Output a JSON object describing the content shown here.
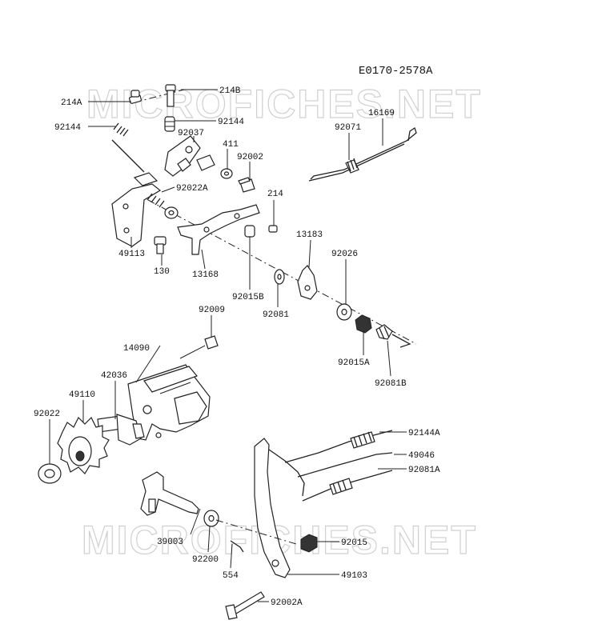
{
  "diagram_code": "E0170-2578A",
  "watermark": "MICROFICHES.NET",
  "parts": {
    "p214A": "214A",
    "p214B": "214B",
    "p92144_top": "92144",
    "p92144_left": "92144",
    "p92037": "92037",
    "p411": "411",
    "p92002": "92002",
    "p92022A": "92022A",
    "p214": "214",
    "p49113": "49113",
    "p130": "130",
    "p13168": "13168",
    "p92015B": "92015B",
    "p92081": "92081",
    "p13183": "13183",
    "p92026": "92026",
    "p92015A": "92015A",
    "p92081B": "92081B",
    "p92071": "92071",
    "p16169": "16169",
    "p92009": "92009",
    "p14090": "14090",
    "p42036": "42036",
    "p49110": "49110",
    "p92022": "92022",
    "p92144A": "92144A",
    "p49046": "49046",
    "p92081A": "92081A",
    "p39003": "39003",
    "p92200": "92200",
    "p554": "554",
    "p92015": "92015",
    "p49103": "49103",
    "p92002A": "92002A"
  }
}
